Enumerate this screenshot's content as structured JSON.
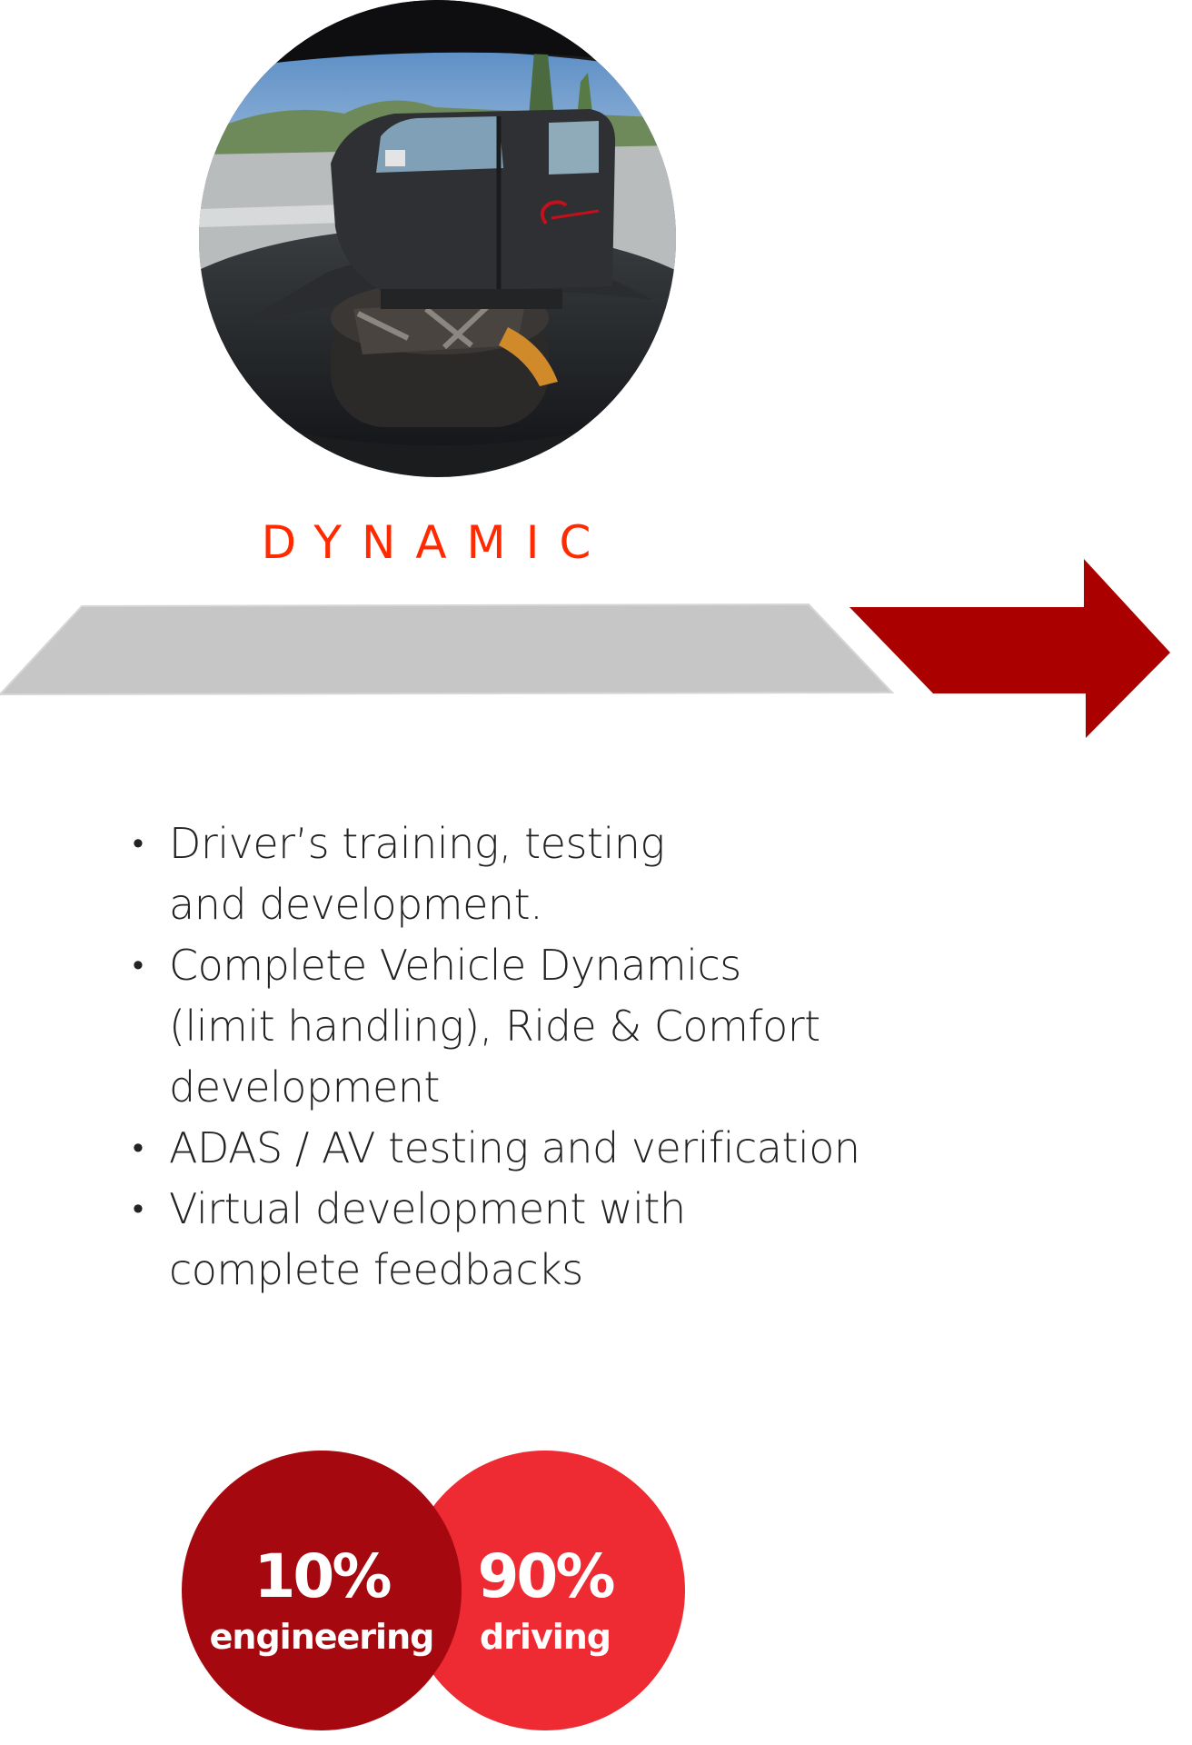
{
  "photo": {
    "description": "Driving simulator cockpit on motion platform in front of curved projection screen",
    "brand_mark_color": "#c4101a"
  },
  "section": {
    "title": "DYNAMIC",
    "title_color": "#ff2a00"
  },
  "flow": {
    "bar_color": "#c6c6c6",
    "arrow_color": "#aa0000"
  },
  "bullets": [
    {
      "lines": [
        "Driver’s training, testing",
        "and development."
      ]
    },
    {
      "lines": [
        "Complete Vehicle Dynamics",
        "(limit handling), Ride & Comfort",
        "development"
      ]
    },
    {
      "lines": [
        "ADAS / AV testing and verification"
      ]
    },
    {
      "lines": [
        "Virtual development with",
        "complete feedbacks"
      ]
    }
  ],
  "bullet_symbol": "•",
  "split": {
    "left": {
      "value": "10%",
      "label": "engineering",
      "color": "#a60810"
    },
    "right": {
      "value": "90%",
      "label": "driving",
      "color": "#ee2a33"
    }
  }
}
